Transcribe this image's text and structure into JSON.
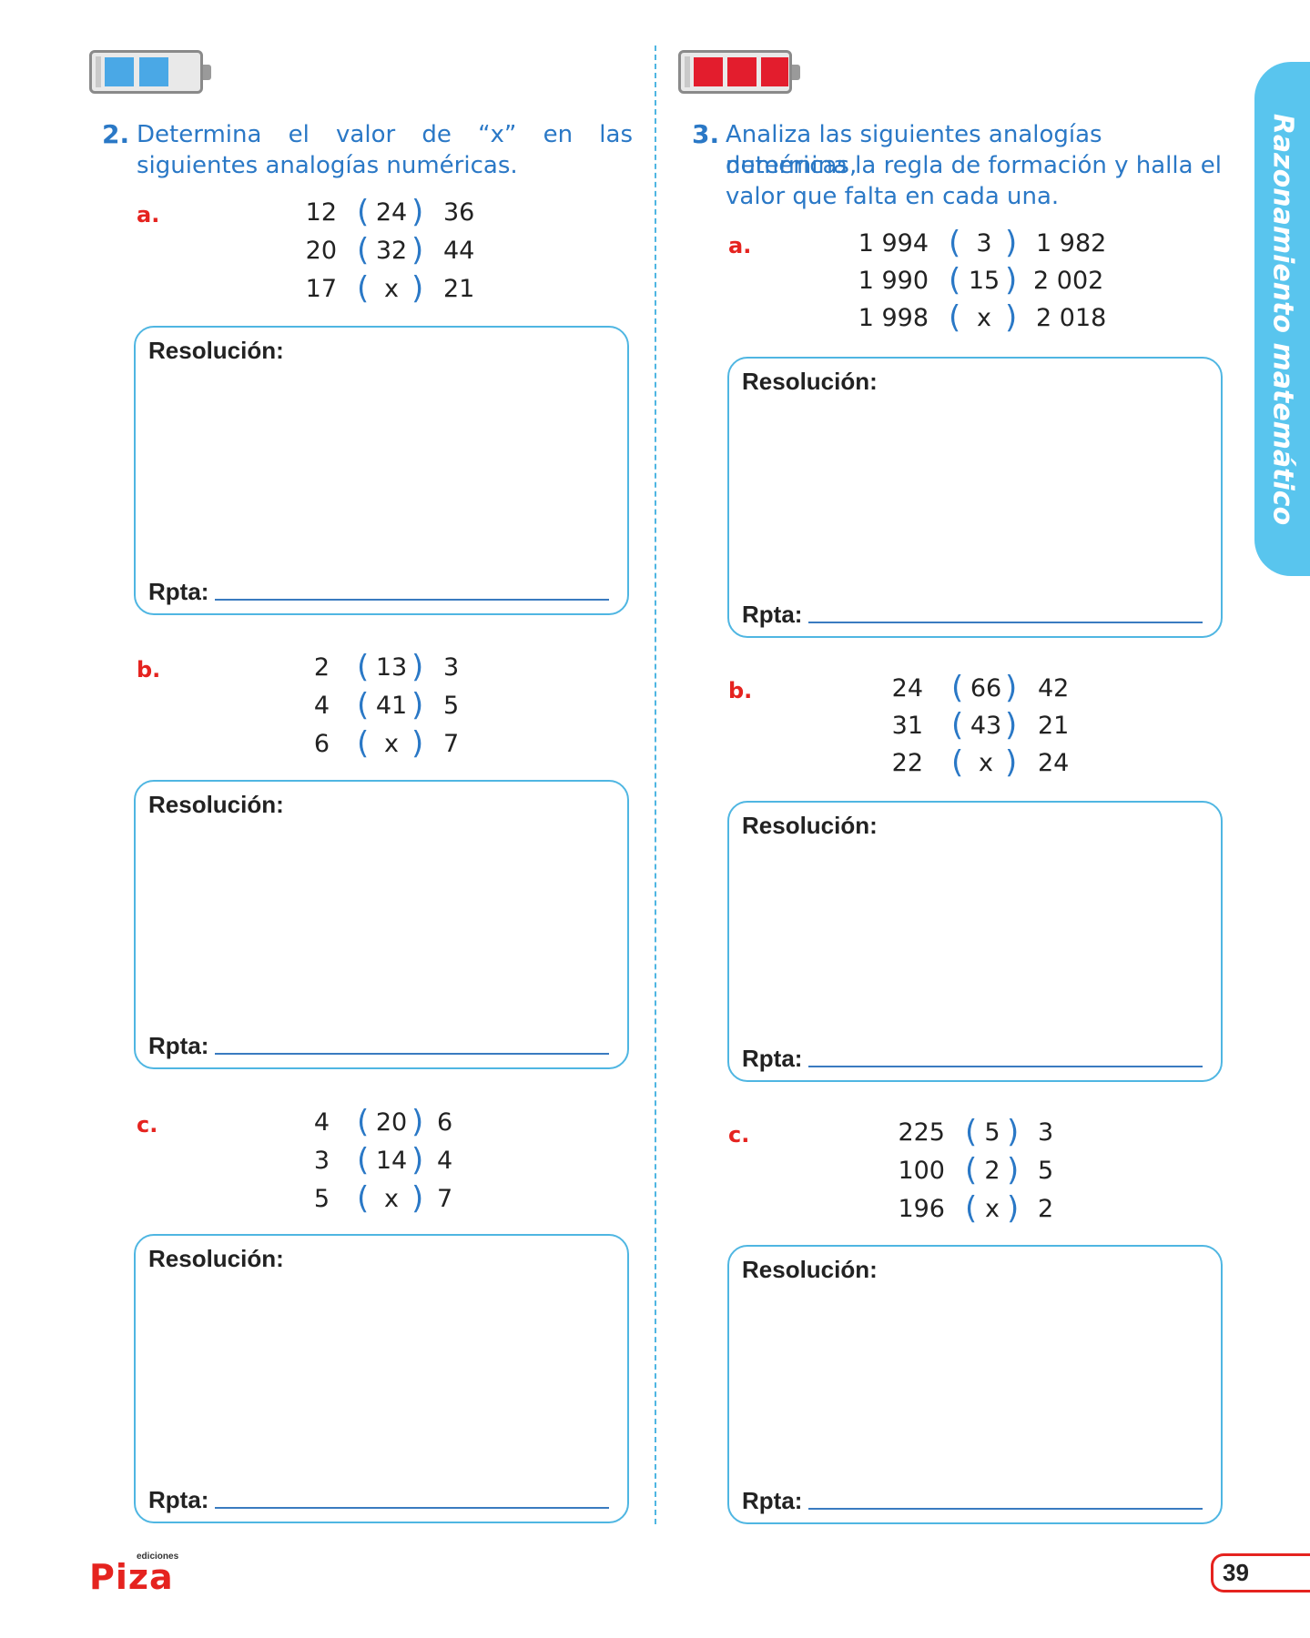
{
  "side_tab": {
    "label": "Razonamiento matemático"
  },
  "problem2": {
    "number": "2.",
    "text_line1": "Determina el valor de “x” en las",
    "text_line2": "siguientes analogías numéricas.",
    "items": [
      {
        "letter": "a.",
        "rows": [
          [
            "12",
            "24",
            "36"
          ],
          [
            "20",
            "32",
            "44"
          ],
          [
            "17",
            "x",
            "21"
          ]
        ]
      },
      {
        "letter": "b.",
        "rows": [
          [
            "2",
            "13",
            "3"
          ],
          [
            "4",
            "41",
            "5"
          ],
          [
            "6",
            "x",
            "7"
          ]
        ]
      },
      {
        "letter": "c.",
        "rows": [
          [
            "4",
            "20",
            "6"
          ],
          [
            "3",
            "14",
            "4"
          ],
          [
            "5",
            "x",
            "7"
          ]
        ]
      }
    ]
  },
  "problem3": {
    "number": "3.",
    "text_line1": "Analiza las siguientes analogías numéricas,",
    "text_line2": "determina la regla de formación y halla el",
    "text_line3": "valor que falta en cada una.",
    "items": [
      {
        "letter": "a.",
        "rows": [
          [
            "1 994",
            "3",
            "1 982"
          ],
          [
            "1 990",
            "15",
            "2 002"
          ],
          [
            "1 998",
            "x",
            "2 018"
          ]
        ]
      },
      {
        "letter": "b.",
        "rows": [
          [
            "24",
            "66",
            "42"
          ],
          [
            "31",
            "43",
            "21"
          ],
          [
            "22",
            "x",
            "24"
          ]
        ]
      },
      {
        "letter": "c.",
        "rows": [
          [
            "225",
            "5",
            "3"
          ],
          [
            "100",
            "2",
            "5"
          ],
          [
            "196",
            "x",
            "2"
          ]
        ]
      }
    ]
  },
  "box": {
    "resolution_label": "Resolución:",
    "answer_label": "Rpta:"
  },
  "paren": {
    "open": "(",
    "close": ")"
  },
  "footer": {
    "logo_small": "ediciones",
    "logo_brand": "Piza",
    "page_number": "39"
  },
  "colors": {
    "accent_blue": "#2a78c6",
    "accent_red": "#e5231f",
    "border_blue": "#4fb6e2"
  }
}
